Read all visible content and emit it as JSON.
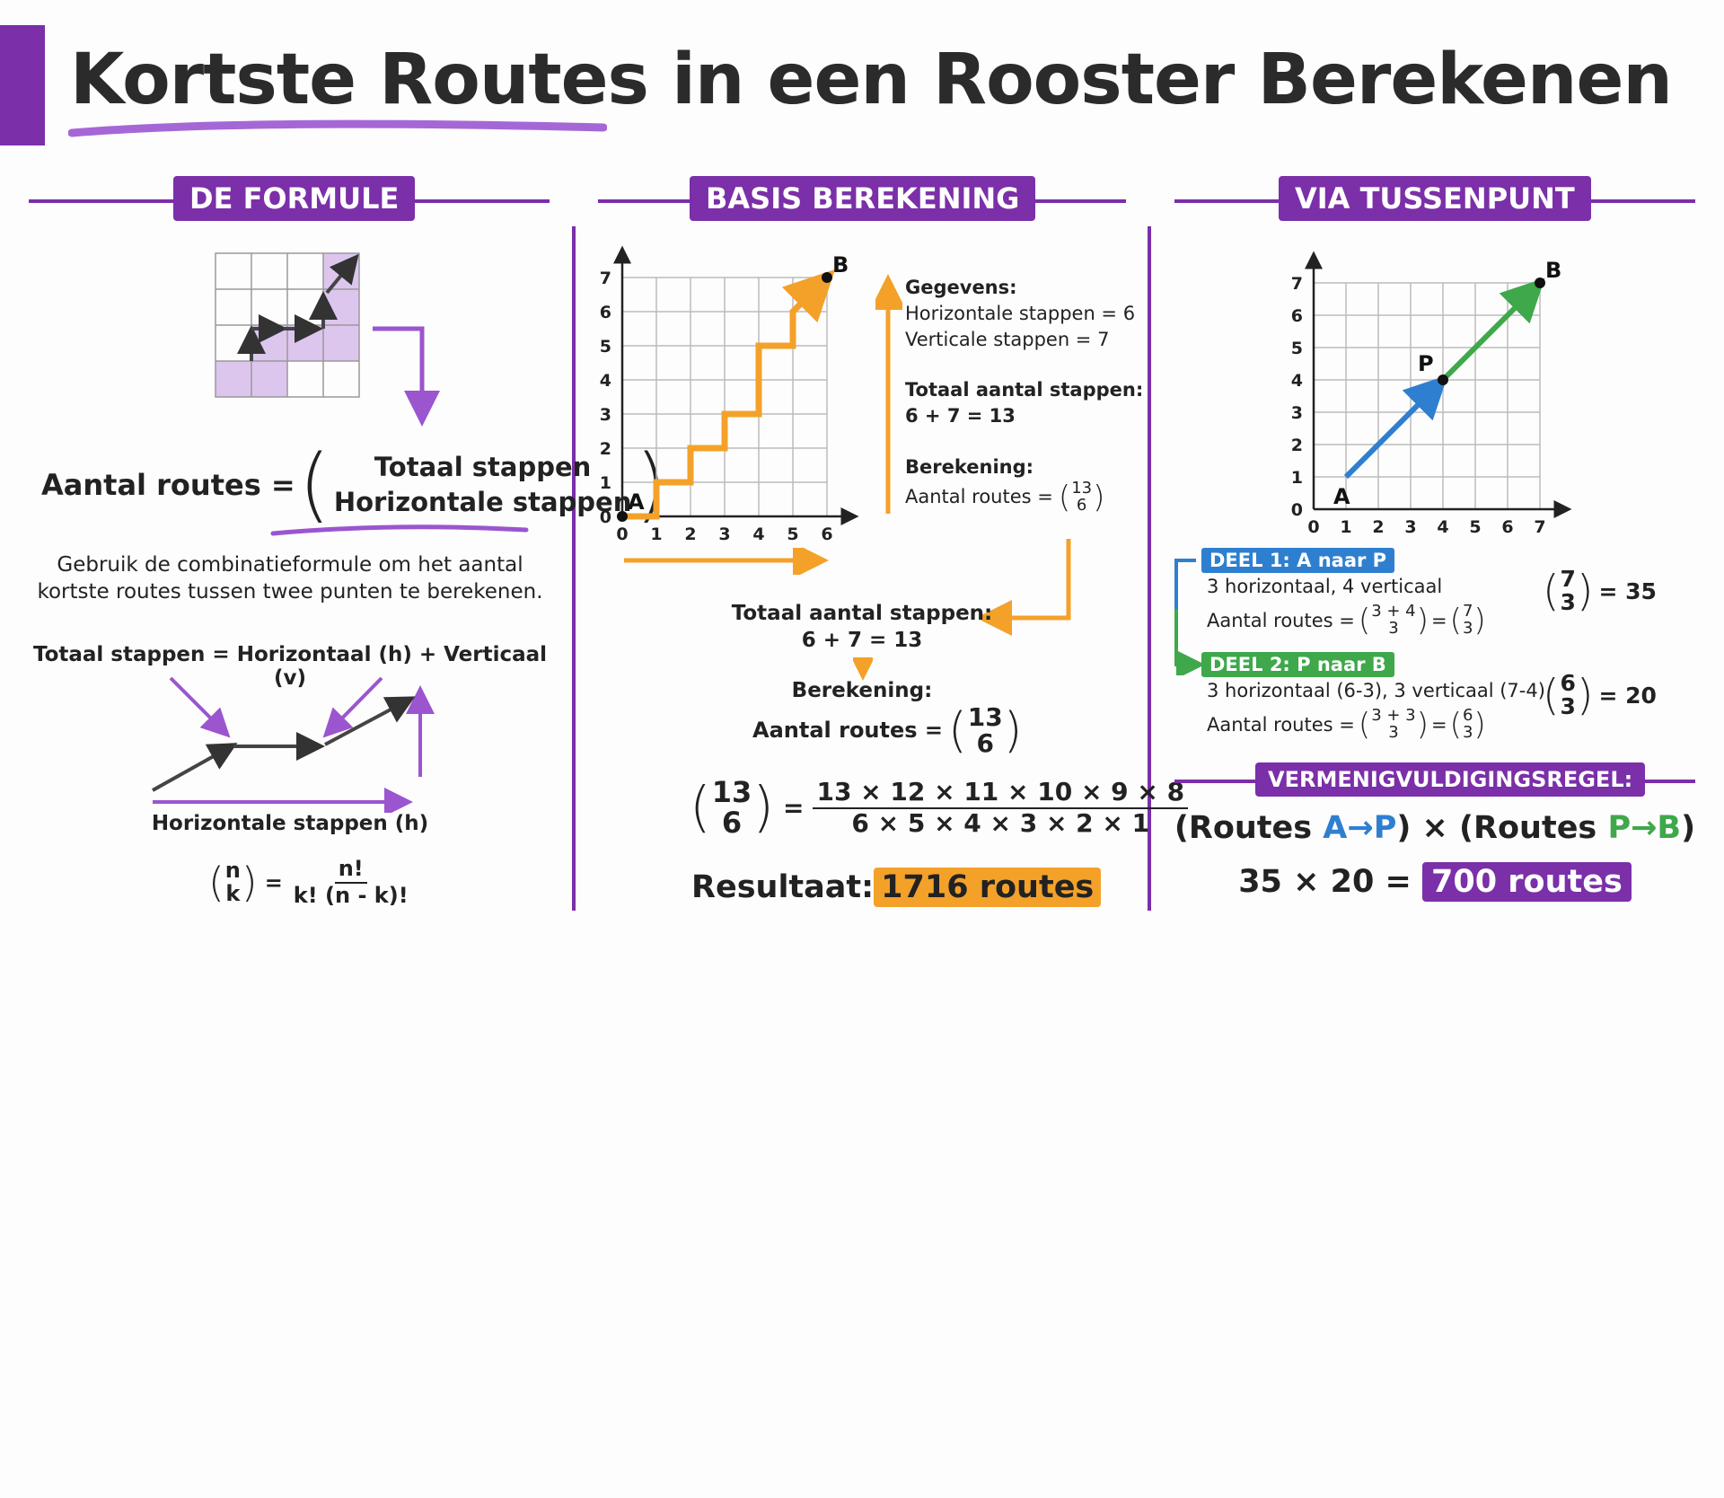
{
  "title": "Kortste Routes in een Rooster Berekenen",
  "colors": {
    "accent": "#7b2fa8",
    "orange": "#f4a12a",
    "blue": "#2f7fd0",
    "green": "#3ea84a"
  },
  "sections": {
    "formule": {
      "heading": "DE FORMULE",
      "formula_left": "Aantal routes =",
      "formula_top": "Totaal stappen",
      "formula_bottom": "Horizontale stappen",
      "description_line1": "Gebruik de combinatieformule om het aantal",
      "description_line2": "kortste routes tussen twee punten te berekenen.",
      "total_steps_rule": "Totaal stappen = Horizontaal (h) + Verticaal (v)",
      "horizontal_label": "Horizontale stappen (h)",
      "binom_n": "n",
      "binom_k": "k",
      "eq": "=",
      "frac_num": "n!",
      "frac_den": "k! (n - k)!"
    },
    "basis": {
      "heading": "BASIS BEREKENING",
      "grid_y_ticks": [
        "0",
        "1",
        "2",
        "3",
        "4",
        "5",
        "6",
        "7"
      ],
      "grid_x_ticks": [
        "0",
        "1",
        "2",
        "3",
        "4",
        "5",
        "6"
      ],
      "point_a": "A",
      "point_b": "B",
      "gegevens_label": "Gegevens:",
      "horizontal_steps": "Horizontale stappen = 6",
      "vertical_steps": "Verticale stappen = 7",
      "total_label": "Totaal aantal stappen:",
      "total_sum": "6 + 7 = 13",
      "berekening_label": "Berekening:",
      "routes_label": "Aantal routes =",
      "binom_top": "13",
      "binom_bottom": "6",
      "total_label2": "Totaal aantal stappen:",
      "total_sum2": "6 + 7 = 13",
      "berekening_label2": "Berekening:",
      "routes_label2": "Aantal routes =",
      "expanded_num": "13 × 12 × 11 × 10 × 9 × 8",
      "expanded_den": "6 × 5 × 4 × 3 × 2 × 1",
      "eq": "=",
      "result_label": "Resultaat:",
      "result_value": "1716 routes"
    },
    "tussenpunt": {
      "heading": "VIA TUSSENPUNT",
      "grid_y_ticks": [
        "0",
        "1",
        "2",
        "3",
        "4",
        "5",
        "6",
        "7"
      ],
      "grid_x_ticks": [
        "0",
        "1",
        "2",
        "3",
        "4",
        "5",
        "6",
        "7"
      ],
      "point_a": "A",
      "point_p": "P",
      "point_b": "B",
      "deel1_badge": "DEEL 1: A naar P",
      "deel1_desc": "3 horizontaal, 4 verticaal",
      "deel1_routes_label": "Aantal routes =",
      "deel1_binom1_top": "3 + 4",
      "deel1_binom1_bottom": "3",
      "deel1_binom2_top": "7",
      "deel1_binom2_bottom": "3",
      "deel1_result_top": "7",
      "deel1_result_bottom": "3",
      "deel1_result_value": "= 35",
      "deel2_badge": "DEEL 2: P naar B",
      "deel2_desc": "3 horizontaal (6-3), 3 verticaal (7-4)",
      "deel2_routes_label": "Aantal routes =",
      "deel2_binom1_top": "3 + 3",
      "deel2_binom1_bottom": "3",
      "deel2_binom2_top": "6",
      "deel2_binom2_bottom": "3",
      "deel2_result_top": "6",
      "deel2_result_bottom": "3",
      "deel2_result_value": "= 20",
      "eq": "=",
      "rule_heading": "VERMENIGVULDIGINGSREGEL:",
      "rule_routes1_open": "(Routes",
      "rule_ap": "A→P",
      "rule_mid": ") × (Routes",
      "rule_pb": "P→B",
      "rule_close": ")",
      "final_calc": "35 × 20 =",
      "final_value": "700 routes"
    }
  }
}
